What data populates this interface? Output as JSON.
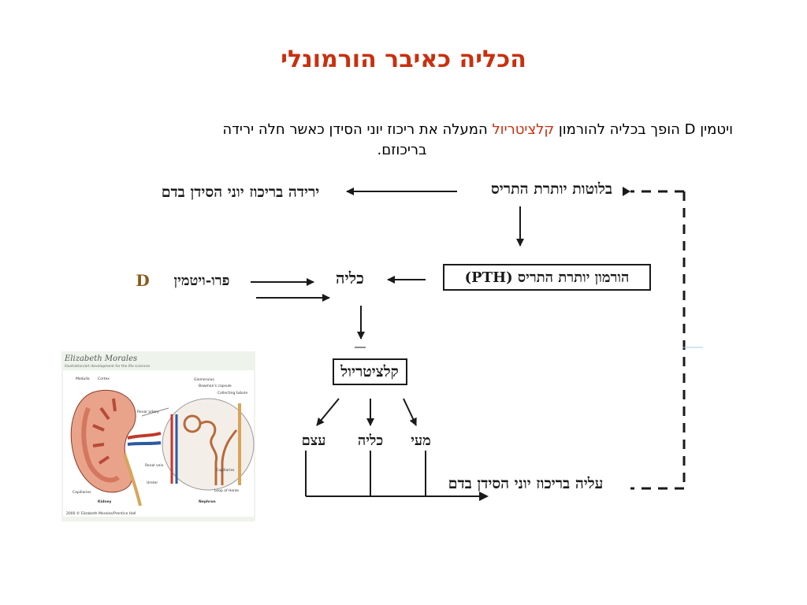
{
  "title": "הכליה כאיבר הורמונלי",
  "description": {
    "before": "ויטמין D הופך בכליה להורמון ",
    "highlight": "קלציטריול",
    "after": " המעלה את ריכוז יוני הסידן כאשר חלה ירידה",
    "line2": "בריכוזם."
  },
  "diagram": {
    "low_calcium": "ירידה בריכוז יוני הסידן בדם",
    "parathyroid": "בלוטות יותרת התריס",
    "pth": "הורמון יותרת התריס (PTH)",
    "kidney": "כליה",
    "provitamin": "פרו-ויטמין",
    "provitamin_d": "D",
    "calcitriol": "קלציטריול",
    "bone": "עצם",
    "kidney_target": "כליה",
    "intestine": "מעי",
    "rise_calcium": "עליה בריכוז יוני הסידן בדם"
  },
  "illustration": {
    "credit_name": "Elizabeth Morales",
    "credit_sub": "illustration/art development for the life sciences",
    "labels": {
      "medulla": "Medulla",
      "cortex": "Cortex",
      "glomerulus": "Glomerulus",
      "bowman": "Bowman's capsule",
      "collecting": "Collecting tubule",
      "renal_artery": "Renal artery",
      "renal_vein": "Renal vein",
      "capillaries": "Capillaries",
      "loop": "Loop of Henle",
      "ureter": "Ureter",
      "capillaries2": "Capillaries",
      "kidney": "Kidney",
      "nephron": "Nephron",
      "copyright": "2000 © Elizabeth Morales/Prentice Hall"
    }
  },
  "colors": {
    "title": "#c9300e",
    "highlight": "#c9300e",
    "provitamin_d": "#8a5a1a"
  }
}
